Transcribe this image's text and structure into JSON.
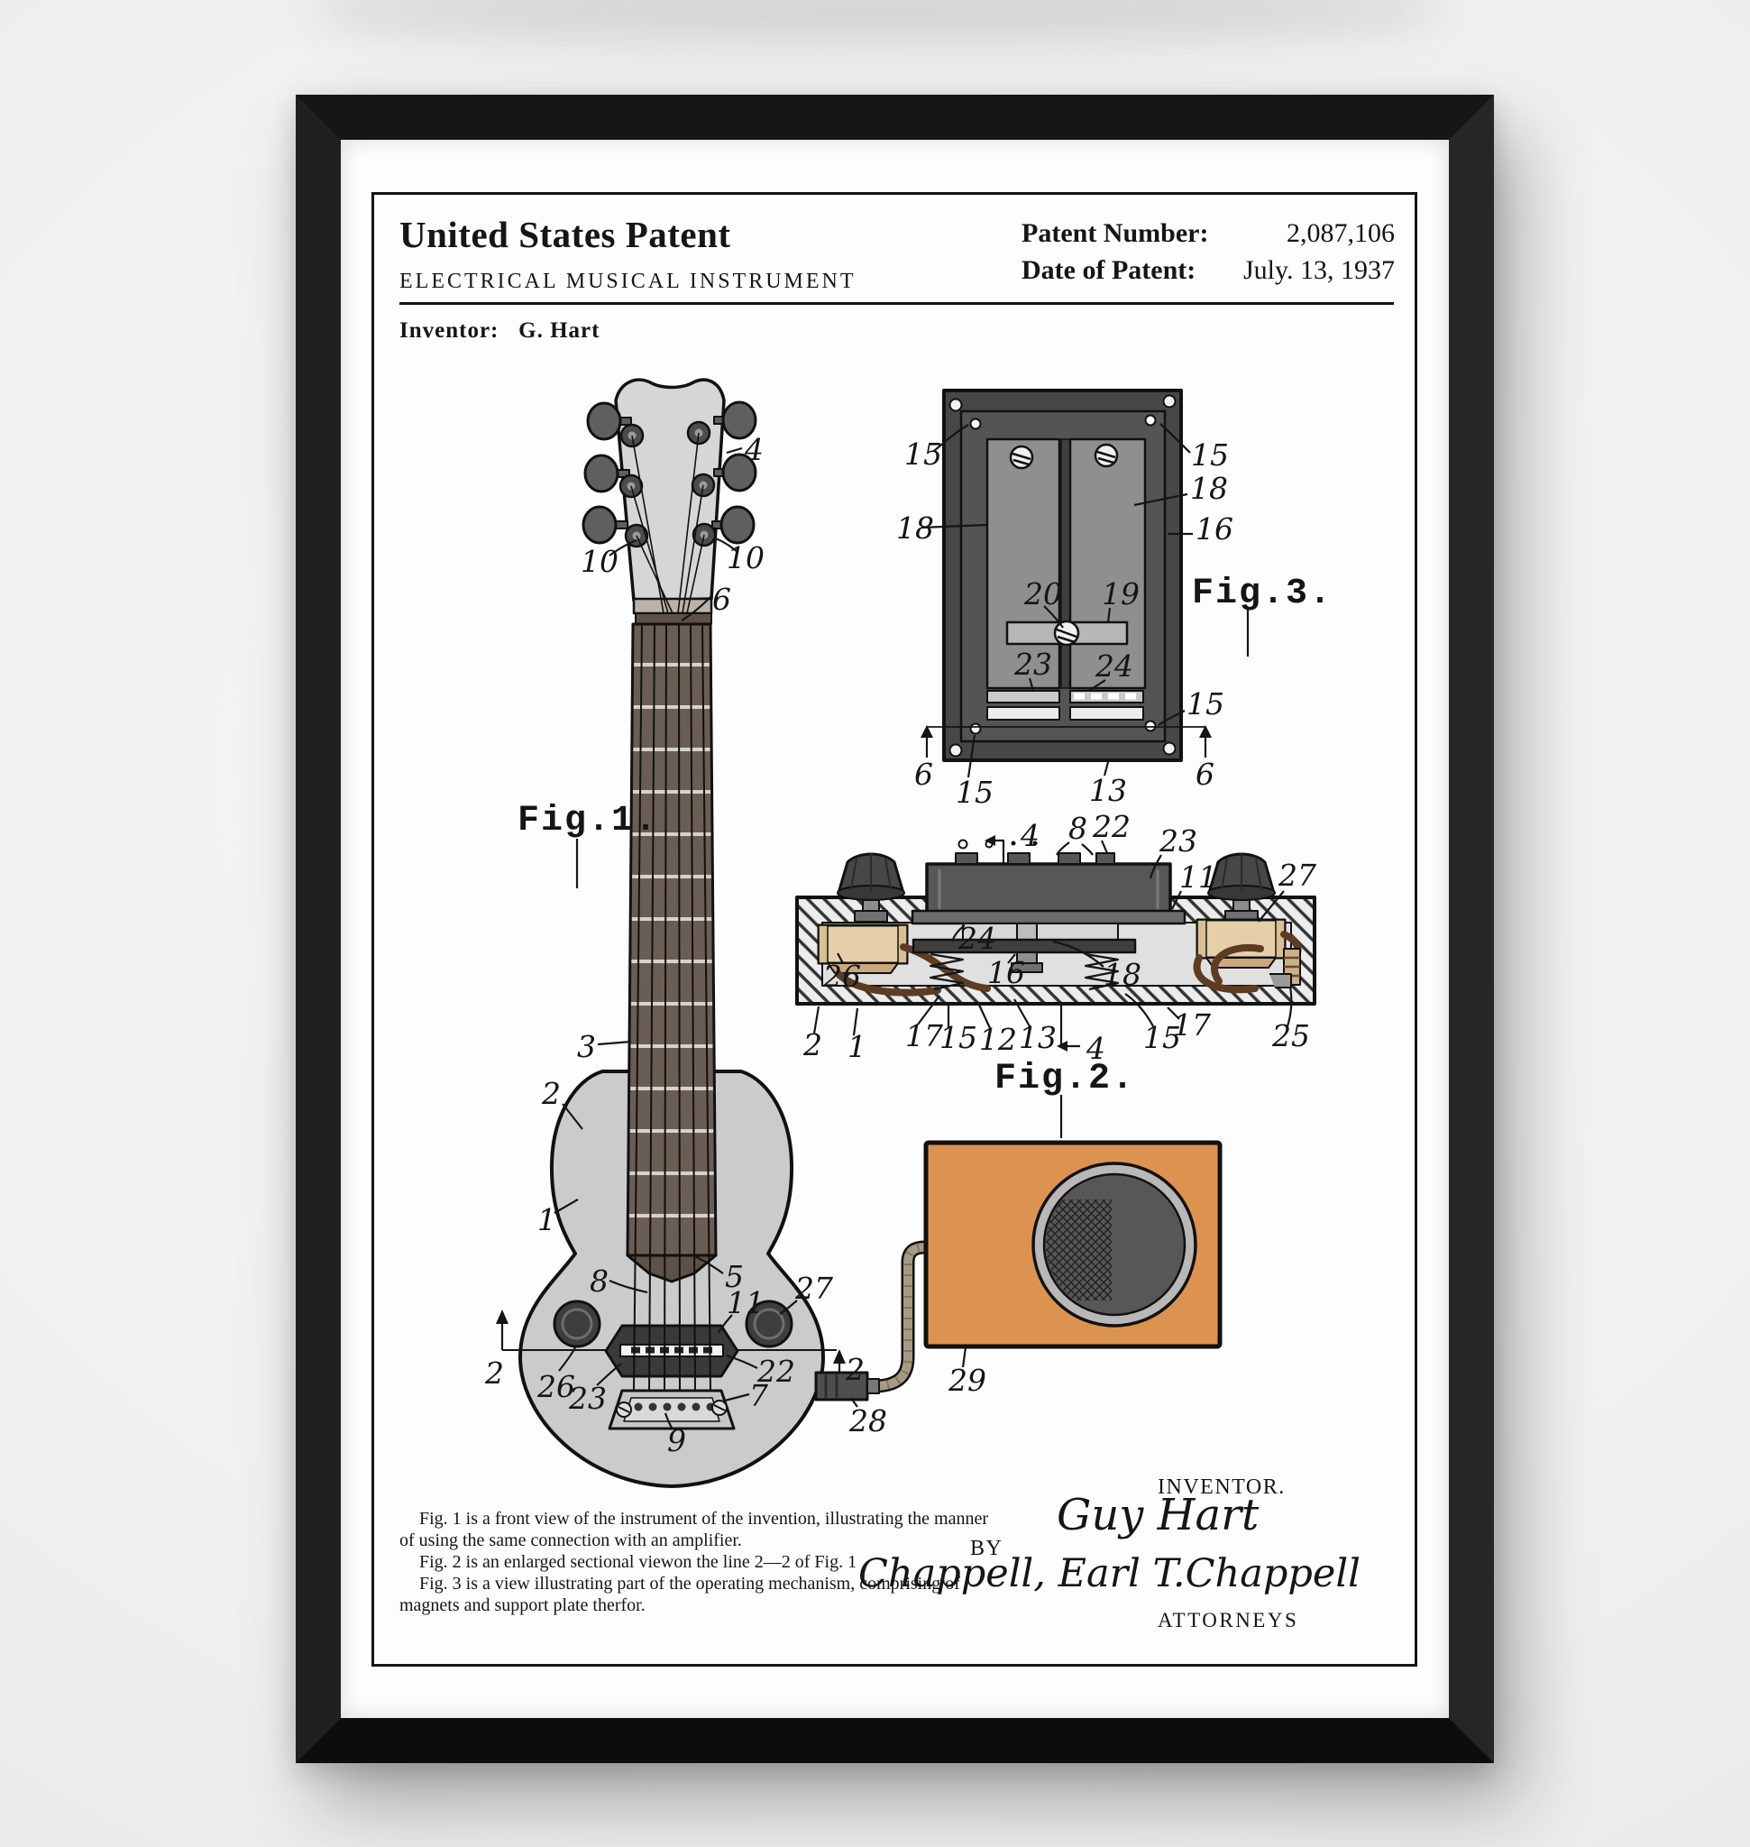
{
  "poster": {
    "title": "United States Patent",
    "subtitle": "ELECTRICAL MUSICAL INSTRUMENT",
    "inventor_label": "Inventor:",
    "inventor_name": "G. Hart",
    "patent_number_label": "Patent Number:",
    "patent_number": "2,087,106",
    "date_label": "Date of Patent:",
    "date_value": "July. 13, 1937"
  },
  "captions": {
    "line1": "Fig. 1 is a front view of the instrument of the invention, illustrating the manner of using the same connection with an amplifier.",
    "line2": "Fig. 2 is an enlarged sectional viewon the line 2—2 of Fig. 1",
    "line3": "Fig. 3 is a view illustrating part of the operating mechanism, comprising of magnets and support plate therfor."
  },
  "signature": {
    "inventor_heading": "INVENTOR.",
    "inventor_name": "Guy Hart",
    "by_label": "BY",
    "attorney_signature": "Chappell, Earl T.Chappell",
    "attorneys_label": "ATTORNEYS"
  },
  "figures": {
    "fig1": {
      "label": "Fig.1.",
      "refs": [
        "4",
        "10",
        "10",
        "6",
        "3",
        "2",
        "1",
        "8",
        "5",
        "27",
        "11",
        "26",
        "23",
        "22",
        "7",
        "9",
        "2",
        "2",
        "28",
        "29"
      ]
    },
    "fig2": {
      "label": "Fig.2.",
      "refs": [
        "4",
        "8",
        "22",
        "23",
        "11",
        "27",
        "26",
        "24",
        "16",
        "18",
        "2",
        "1",
        "17",
        "15",
        "12",
        "13",
        "4",
        "15",
        "17",
        "25"
      ]
    },
    "fig3": {
      "label": "Fig.3.",
      "refs": [
        "15",
        "15",
        "18",
        "16",
        "18",
        "20",
        "19",
        "23",
        "24",
        "15",
        "6",
        "6",
        "15",
        "13"
      ]
    }
  },
  "colors": {
    "amplifier_orange": "#dd9350",
    "frame_black": "#1a1a1a",
    "paper_white": "#fdfdfd",
    "body_gray": "#cbcbcb",
    "coil_tan": "#e6cfa8",
    "wire_brown": "#5d3c22"
  }
}
